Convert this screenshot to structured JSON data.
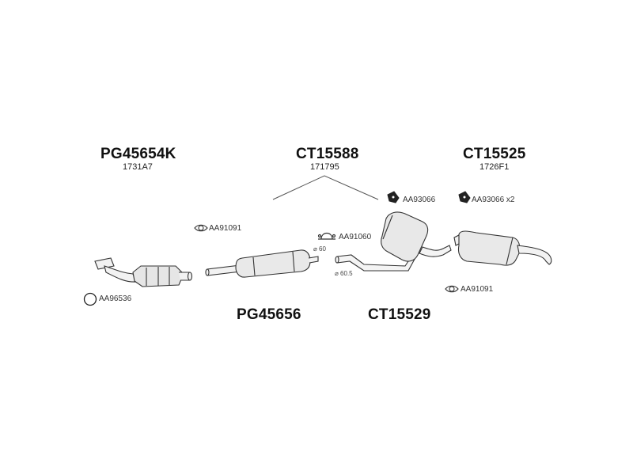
{
  "parts": {
    "catalytic_converter": {
      "number": "PG45654K",
      "oe": "1731A7"
    },
    "center_assembly": {
      "number": "CT15588",
      "oe": "171795"
    },
    "rear_silencer": {
      "number": "CT15525",
      "oe": "1726F1"
    },
    "middle_silencer": {
      "number": "PG45656"
    },
    "intermediate_pipe": {
      "number": "CT15529"
    }
  },
  "accessories": {
    "gasket_front": "AA91091",
    "ring": "AA96536",
    "clamp": "AA91060",
    "rubber_mount_1": "AA93066",
    "rubber_mount_2": "AA93066 x2",
    "gasket_rear": "AA91091"
  },
  "dimensions": {
    "d60": "⌀ 60",
    "d605": "⌀ 60.5"
  }
}
